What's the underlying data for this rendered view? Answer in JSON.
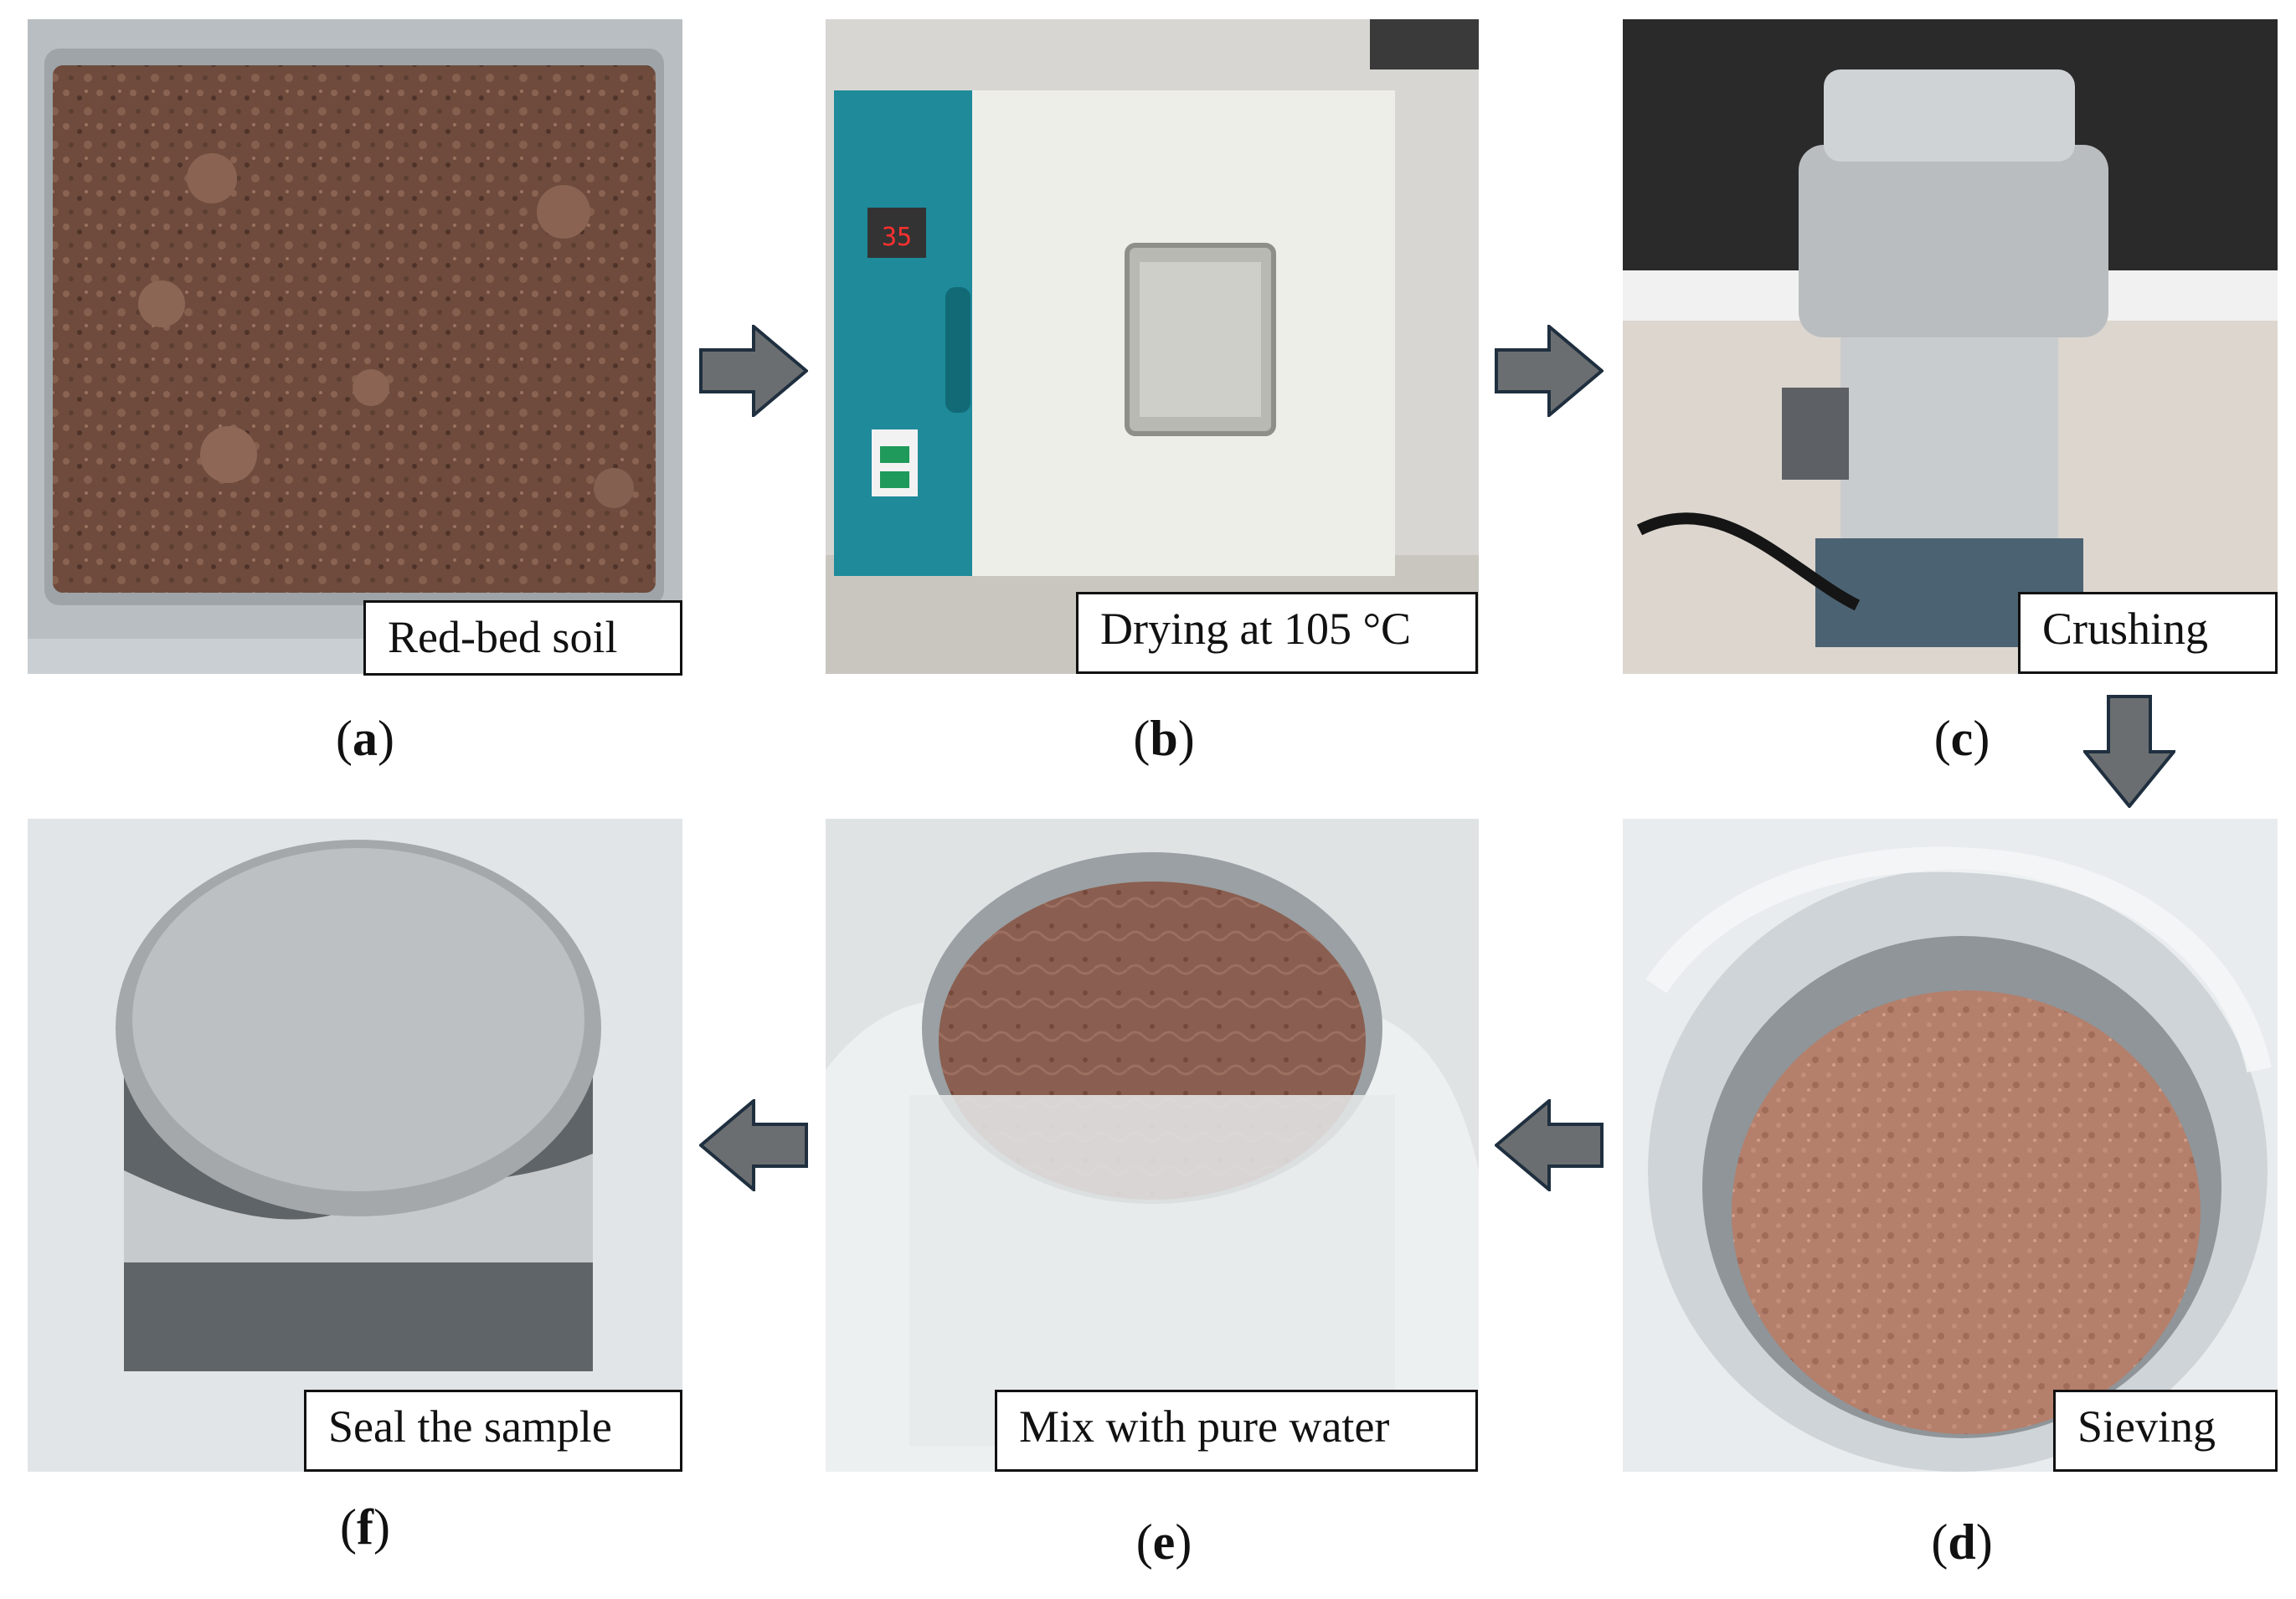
{
  "panels": {
    "a": {
      "label": "Red-bed soil",
      "caption_letter": "a"
    },
    "b": {
      "label": "Drying at 105 °C",
      "caption_letter": "b",
      "display_readout": "35"
    },
    "c": {
      "label": "Crushing",
      "caption_letter": "c"
    },
    "d": {
      "label": "Sieving",
      "caption_letter": "d"
    },
    "e": {
      "label": "Mix with pure water",
      "caption_letter": "e"
    },
    "f": {
      "label": "Seal the sample",
      "caption_letter": "f"
    }
  },
  "arrow_color": "#6b6e70",
  "arrow_outline": "#1f2f3f"
}
